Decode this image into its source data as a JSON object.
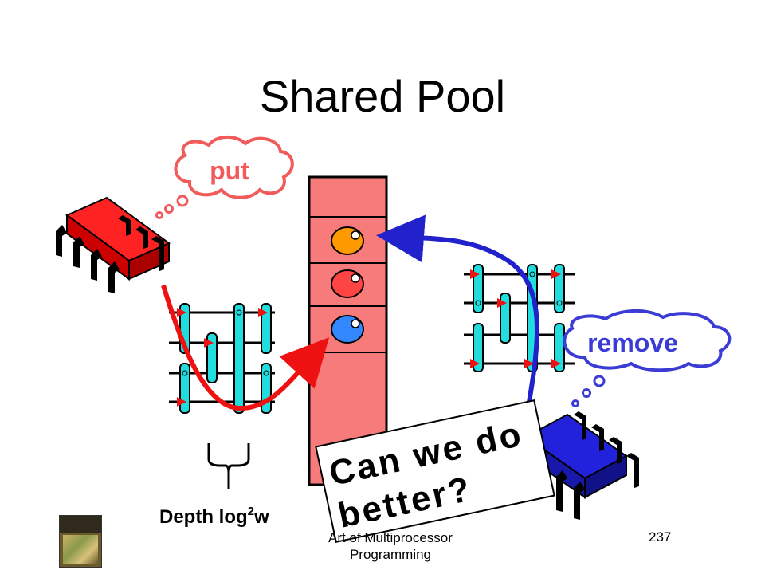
{
  "slide": {
    "title": "Shared Pool",
    "footer": "Art of Multiprocessor Programming",
    "page_number": "237"
  },
  "bubbles": {
    "put": "put",
    "remove": "remove"
  },
  "network_label": {
    "prefix": "Depth log",
    "superscript": "2",
    "suffix": "w"
  },
  "callout": {
    "line1": "Can we do",
    "line2": "better?"
  },
  "colors": {
    "producer": "#ee1111",
    "consumer": "#2222cc",
    "pool": "#f77b7b",
    "balancer": "#22dddd",
    "put_bubble": "#f25b5b",
    "remove_bubble": "#3b3bd6",
    "token_orange": "#ff9900",
    "token_red": "#ff4444",
    "token_blue": "#3388ff"
  },
  "icons": {
    "producer": "processor-chip-icon",
    "consumer": "processor-chip-icon",
    "book": "book-cover-icon"
  }
}
